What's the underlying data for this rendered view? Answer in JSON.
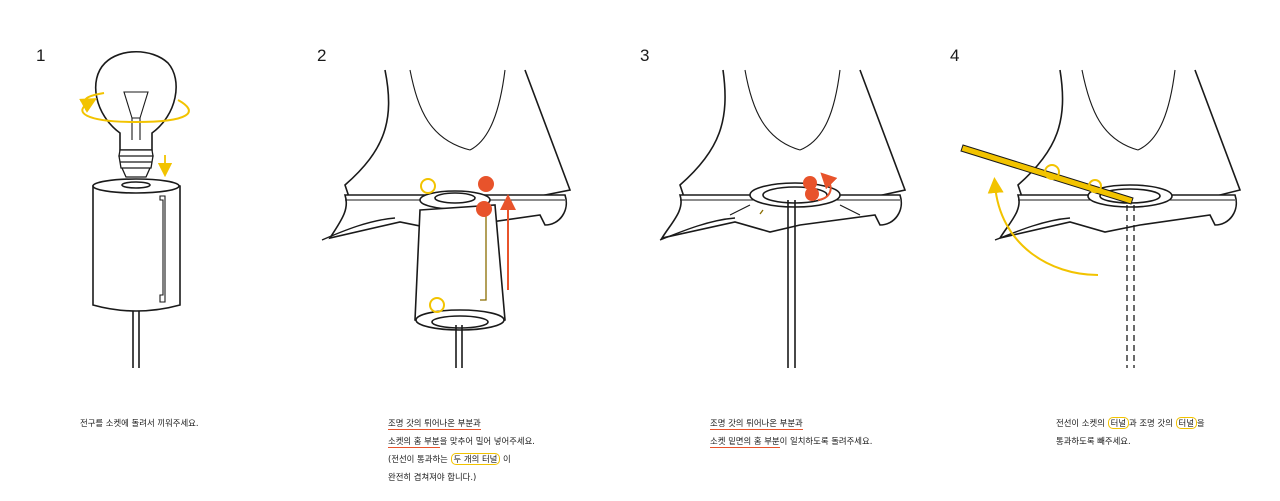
{
  "steps": [
    {
      "number": "1",
      "caption": {
        "line1": "전구를 소켓에 돌려서 끼워주세요."
      }
    },
    {
      "number": "2",
      "caption": {
        "line1": "조명 갓의 튀어나온 부분과",
        "line2a": "소켓의 홈 부분",
        "line2b": "을 맞추어 밀어 넣어주세요.",
        "line3a": "(전선이 통과하는 ",
        "line3b": "두 개의 터널",
        "line3c": " 이",
        "line4": "완전히 겹쳐져야 합니다.)"
      }
    },
    {
      "number": "3",
      "caption": {
        "line1": "조명 갓의 튀어나온 부분과",
        "line2a": "소켓 밑면의 홈 부분",
        "line2b": "이 일치하도록 돌려주세요."
      }
    },
    {
      "number": "4",
      "caption": {
        "line1a": "전선이 소켓의 ",
        "line1b": "터널",
        "line1c": "과 조명 갓의 ",
        "line1d": "터널",
        "line1e": "을",
        "line2": "통과하도록 빼주세요."
      }
    }
  ],
  "colors": {
    "yellow": "#f2c300",
    "orange": "#e8532b",
    "ink": "#1a1a1a",
    "bg": "#ffffff"
  }
}
